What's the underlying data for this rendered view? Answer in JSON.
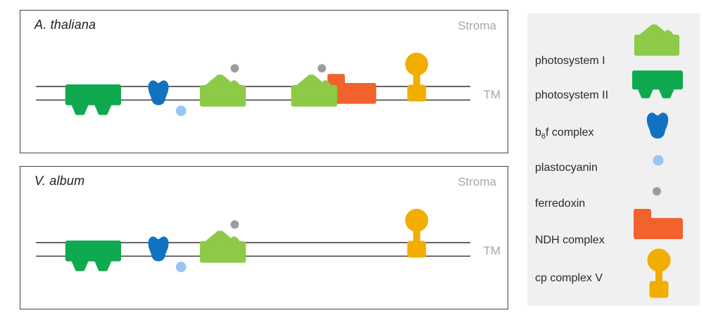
{
  "figure": {
    "panels": [
      {
        "title": "A. thaliana",
        "region_label": "Stroma",
        "membrane_label": "TM",
        "complexes": [
          "photosystem II",
          "b6f complex",
          "plastocyanin",
          "photosystem I",
          "ferredoxin",
          "photosystem I",
          "ferredoxin",
          "NDH complex",
          "cp complex V"
        ]
      },
      {
        "title": "V. album",
        "region_label": "Stroma",
        "membrane_label": "TM",
        "complexes": [
          "photosystem II",
          "b6f complex",
          "plastocyanin",
          "photosystem I",
          "ferredoxin",
          "cp complex V"
        ]
      }
    ],
    "legend": {
      "items": [
        {
          "label": "photosystem I",
          "icon": "photosystem-1-icon",
          "color": "#8CCA47"
        },
        {
          "label": "photosystem II",
          "icon": "photosystem-2-icon",
          "color": "#0FA94F"
        },
        {
          "label_pre": "b",
          "label_sub": "6",
          "label_post": "f complex",
          "icon": "b6f-complex-icon",
          "color": "#1272C2"
        },
        {
          "label": "plastocyanin",
          "icon": "plastocyanin-icon",
          "color": "#97C6F0"
        },
        {
          "label": "ferredoxin",
          "icon": "ferredoxin-icon",
          "color": "#9C9C9C"
        },
        {
          "label": "NDH complex",
          "icon": "ndh-complex-icon",
          "color": "#F2622C"
        },
        {
          "label": "cp complex V",
          "icon": "cp-complex-v-icon",
          "color": "#F2AE00"
        }
      ]
    },
    "colors": {
      "psi": "#8CCA47",
      "psii": "#0FA94F",
      "b6f": "#1272C2",
      "pc": "#97C6F0",
      "fd": "#9C9C9C",
      "ndh": "#F2622C",
      "cpv": "#F2AE00",
      "line": "#414141",
      "graytext": "#A6A6A6",
      "legendbg": "#F0F0F0"
    }
  }
}
